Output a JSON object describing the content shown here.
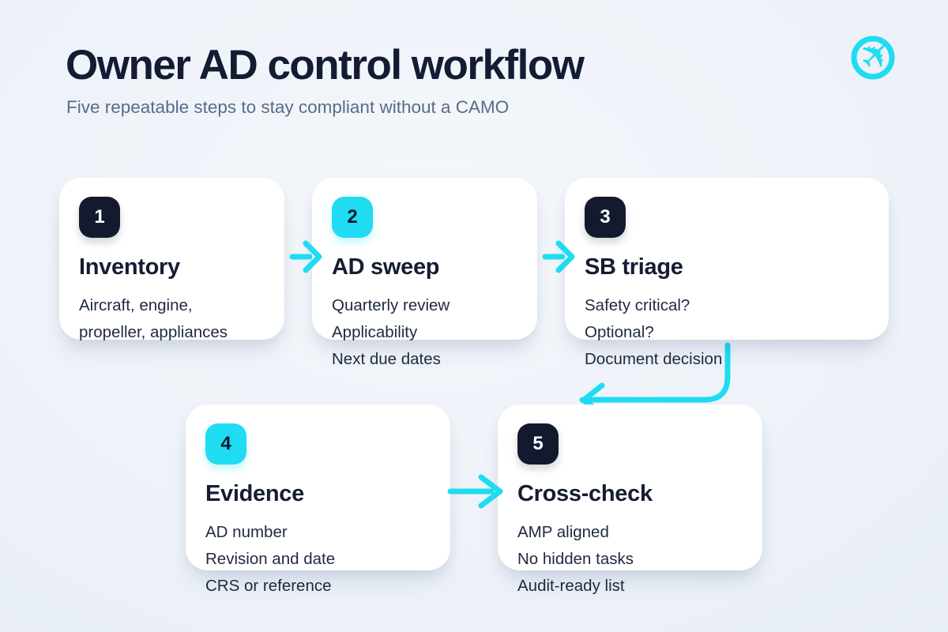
{
  "header": {
    "title": "Owner AD control workflow",
    "subtitle": "Five repeatable steps to stay compliant without a CAMO"
  },
  "logo": {
    "icon": "airplane-in-circle",
    "color": "#1fdcf2"
  },
  "colors": {
    "accent_cyan": "#1fdcf2",
    "dark_navy": "#131a2e",
    "card_background": "#ffffff",
    "page_background": "#ecf1f8",
    "title_text": "#131c33",
    "subtitle_text": "#5a6b86",
    "body_text": "#1f2940"
  },
  "steps": [
    {
      "number": "1",
      "badge_color": "dark",
      "title": "Inventory",
      "lines": [
        "Aircraft, engine,",
        "propeller, appliances"
      ]
    },
    {
      "number": "2",
      "badge_color": "cyan",
      "title": "AD sweep",
      "lines": [
        "Quarterly review",
        "Applicability",
        "Next due dates"
      ]
    },
    {
      "number": "3",
      "badge_color": "dark",
      "title": "SB triage",
      "lines": [
        "Safety critical?",
        "Optional?",
        "Document decision"
      ]
    },
    {
      "number": "4",
      "badge_color": "cyan",
      "title": "Evidence",
      "lines": [
        "AD number",
        "Revision and date",
        "CRS or reference"
      ]
    },
    {
      "number": "5",
      "badge_color": "dark",
      "title": "Cross-check",
      "lines": [
        "AMP aligned",
        "No hidden tasks",
        "Audit-ready list"
      ]
    }
  ],
  "connectors": [
    {
      "from": "1",
      "to": "2",
      "icon": "arrow-right"
    },
    {
      "from": "2",
      "to": "3",
      "icon": "arrow-right"
    },
    {
      "from": "3",
      "to": "4",
      "icon": "curved-arrow-down-left"
    },
    {
      "from": "4",
      "to": "5",
      "icon": "arrow-right"
    }
  ]
}
